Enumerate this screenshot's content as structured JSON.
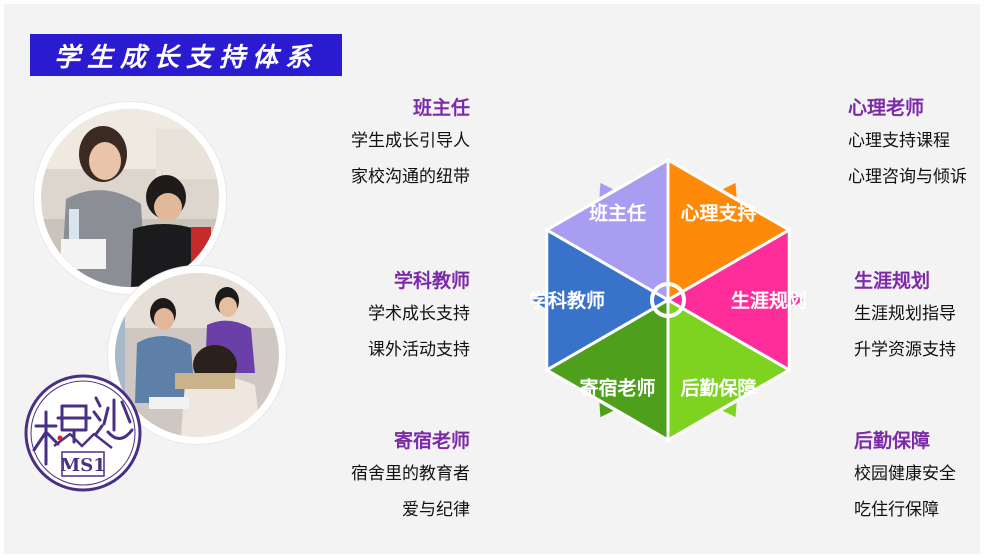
{
  "title": "学生成长支持体系",
  "left_groups": [
    {
      "title": "班主任",
      "lines": [
        "学生成长引导人",
        "家校沟通的纽带"
      ]
    },
    {
      "title": "学科教师",
      "lines": [
        "学术成长支持",
        "课外活动支持"
      ]
    },
    {
      "title": "寄宿老师",
      "lines": [
        "宿舍里的教育者",
        "爱与纪律"
      ]
    }
  ],
  "right_groups": [
    {
      "title": "心理老师",
      "lines": [
        "心理支持课程",
        "心理咨询与倾诉"
      ]
    },
    {
      "title": "生涯规划",
      "lines": [
        "生涯规划指导",
        "升学资源支持"
      ]
    },
    {
      "title": "后勤保障",
      "lines": [
        "校园健康安全",
        "吃住行保障"
      ]
    }
  ],
  "wheel": {
    "segments": [
      {
        "label": "班主任",
        "color": "#a89df0"
      },
      {
        "label": "心理支持",
        "color": "#ff8a0a"
      },
      {
        "label": "生涯规划",
        "color": "#ff2d9a"
      },
      {
        "label": "后勤保障",
        "color": "#7ed321"
      },
      {
        "label": "寄宿老师",
        "color": "#4e9f1c"
      },
      {
        "label": "学科教师",
        "color": "#3872c9"
      }
    ]
  },
  "photos": [
    "teacher-guiding-student-photo",
    "students-group-discussion-photo"
  ],
  "logo": {
    "text": "梅沙 MS1",
    "color": "#4a2f86"
  }
}
